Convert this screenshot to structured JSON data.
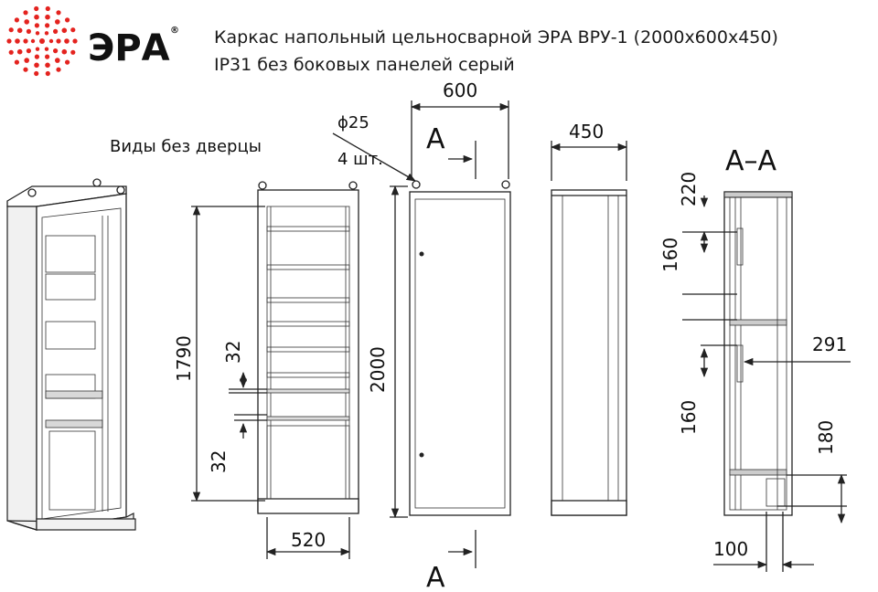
{
  "brand": {
    "name": "ЭРА",
    "registered": "®",
    "accent": "#e4231f"
  },
  "title": {
    "line1": "Каркас напольный цельносварной ЭРА ВРУ-1 (2000х600х450)",
    "line2": "IP31 без боковых панелей серый"
  },
  "labels": {
    "views_without_door": "Виды без дверцы",
    "hole_diameter": "ϕ25",
    "hole_count": "4 шт.",
    "section_mark": "A",
    "section_title": "A–A"
  },
  "dimensions": {
    "width_front": "600",
    "depth_side": "450",
    "inner_width": "520",
    "height_total": "2000",
    "height_inner": "1790",
    "pitch_upper": "32",
    "pitch_lower": "32",
    "top_offset": "220",
    "rail_step_upper": "160",
    "rail_step_lower": "160",
    "rail_depth": "291",
    "bottom_offset": "180",
    "bottom_depth": "100"
  }
}
